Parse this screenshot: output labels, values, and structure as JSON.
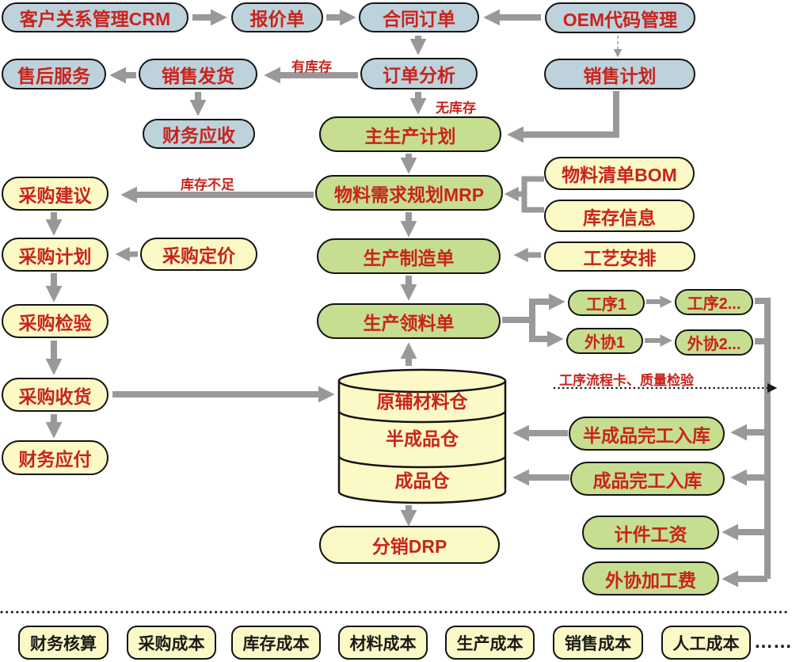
{
  "nodes": {
    "crm": "客户关系管理CRM",
    "quotation": "报价单",
    "contract_order": "合同订单",
    "oem": "OEM代码管理",
    "after_sales": "售后服务",
    "sales_delivery": "销售发货",
    "order_analysis": "订单分析",
    "sales_plan": "销售计划",
    "finance_receivable": "财务应收",
    "master_production_plan": "主生产计划",
    "mrp": "物料需求规划MRP",
    "production_order": "生产制造单",
    "production_picking": "生产领料单",
    "process_1": "工序1",
    "process_2": "工序2...",
    "outsource_1": "外协1",
    "outsource_2": "外协2...",
    "semi_finished_in": "半成品完工入库",
    "finished_in": "成品完工入库",
    "piecework_wage": "计件工资",
    "outsource_fee": "外协加工费",
    "purchase_suggest": "采购建议",
    "purchase_plan": "采购计划",
    "purchase_pricing": "采购定价",
    "purchase_inspect": "采购检验",
    "purchase_receive": "采购收货",
    "finance_payable": "财务应付",
    "bom": "物料清单BOM",
    "inventory_info": "库存信息",
    "process_arrange": "工艺安排",
    "drp": "分销DRP"
  },
  "warehouse": {
    "sections": [
      "原辅材料仓",
      "半成品仓",
      "成品仓"
    ]
  },
  "edge_labels": {
    "in_stock": "有库存",
    "out_of_stock": "无库存",
    "stock_shortage": "库存不足",
    "process_card": "工序流程卡、质量检验"
  },
  "cost_row": {
    "items": [
      "财务核算",
      "采购成本",
      "库存成本",
      "材料成本",
      "生产成本",
      "销售成本",
      "人工成本"
    ],
    "ellipsis": "……"
  },
  "colors": {
    "node_blue": "#bdd2db",
    "node_green": "#c6de90",
    "node_yellow": "#fbf9c5",
    "text_red": "#c9231c",
    "arrow_gray": "#999999",
    "outline_black": "#141414"
  }
}
